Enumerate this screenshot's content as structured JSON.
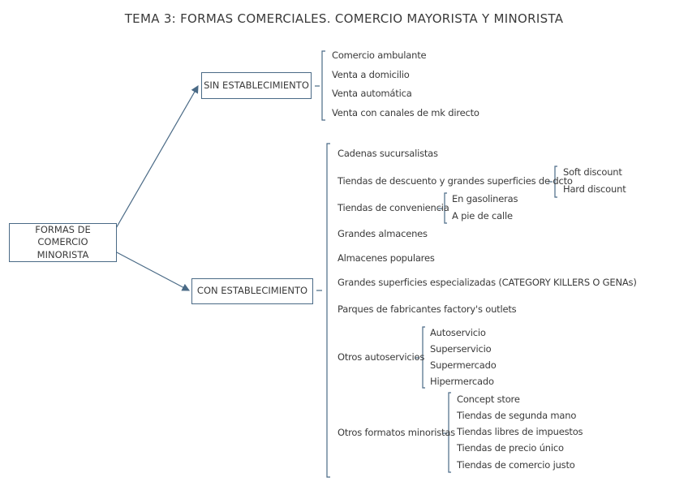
{
  "title": "TEMA 3: FORMAS COMERCIALES. COMERCIO MAYORISTA Y MINORISTA",
  "root": {
    "line1": "FORMAS DE COMERCIO",
    "line2": "MINORISTA"
  },
  "sin": {
    "label": "SIN ESTABLECIMIENTO",
    "items": [
      "Comercio ambulante",
      "Venta a domicilio",
      "Venta automática",
      "Venta con canales de mk directo"
    ]
  },
  "con": {
    "label": "CON ESTABLECIMIENTO",
    "items": {
      "cadenas": "Cadenas sucursalistas",
      "tiendas_descuento": "Tiendas de descuento y grandes superficies de dcto",
      "descuento_sub": [
        "Soft discount",
        "Hard discount"
      ],
      "conveniencia": "Tiendas de conveniencia",
      "conveniencia_sub": [
        "En gasolineras",
        "A pie de calle"
      ],
      "grandes_almacenes": "Grandes almacenes",
      "almacenes_populares": "Almacenes populares",
      "especializadas": "Grandes superficies especializadas (CATEGORY KILLERS O GENAs)",
      "parques": "Parques de fabricantes factory's outlets",
      "autoservicios": "Otros autoservicios",
      "autoservicios_sub": [
        "Autoservicio",
        "Superservicio",
        "Supermercado",
        "Hipermercado"
      ],
      "otros_formatos": "Otros formatos minoristas",
      "formatos_sub": [
        "Concept store",
        "Tiendas de segunda mano",
        "Tiendas libres de impuestos",
        "Tiendas de precio único",
        "Tiendas de comercio justo"
      ]
    }
  }
}
